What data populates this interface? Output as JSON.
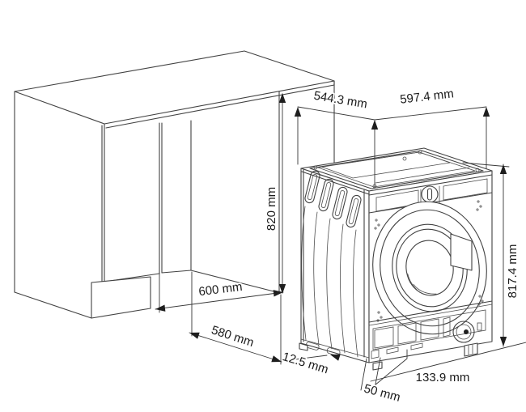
{
  "figure": {
    "kind": "installation-dimension-drawing",
    "unit": "mm",
    "colors": {
      "line": "#424242",
      "text": "#1b1b1b",
      "background": "#ffffff"
    }
  },
  "dimensions": {
    "top_depth": "544.3 mm",
    "top_width": "597.4 mm",
    "niche_height": "820 mm",
    "appliance_height": "817.4 mm",
    "niche_width": "600 mm",
    "niche_depth": "580 mm",
    "front_offset": "12.5 mm",
    "plinth_recess": "50 mm",
    "plinth_panel_height": "133.9 mm"
  }
}
